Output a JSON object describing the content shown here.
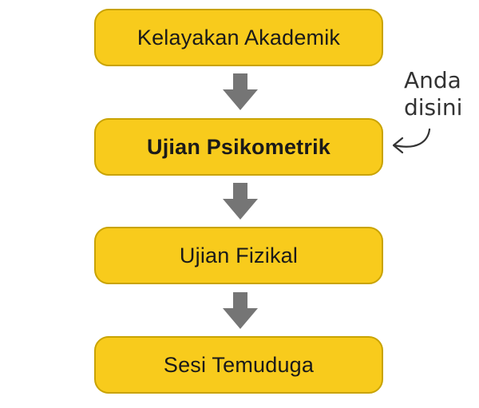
{
  "flow": {
    "steps": [
      {
        "label": "Kelayakan Akademik",
        "current": false
      },
      {
        "label": "Ujian Psikometrik",
        "current": true
      },
      {
        "label": "Ujian Fizikal",
        "current": false
      },
      {
        "label": "Sesi Temuduga",
        "current": false
      }
    ]
  },
  "annotation": {
    "text": "Anda\ndisini",
    "points_to": "Ujian Psikometrik"
  },
  "colors": {
    "step_fill": "#f8cb1c",
    "step_border": "#c9a300",
    "arrow": "#757575",
    "annotation": "#333333",
    "text": "#1a1a1a"
  }
}
